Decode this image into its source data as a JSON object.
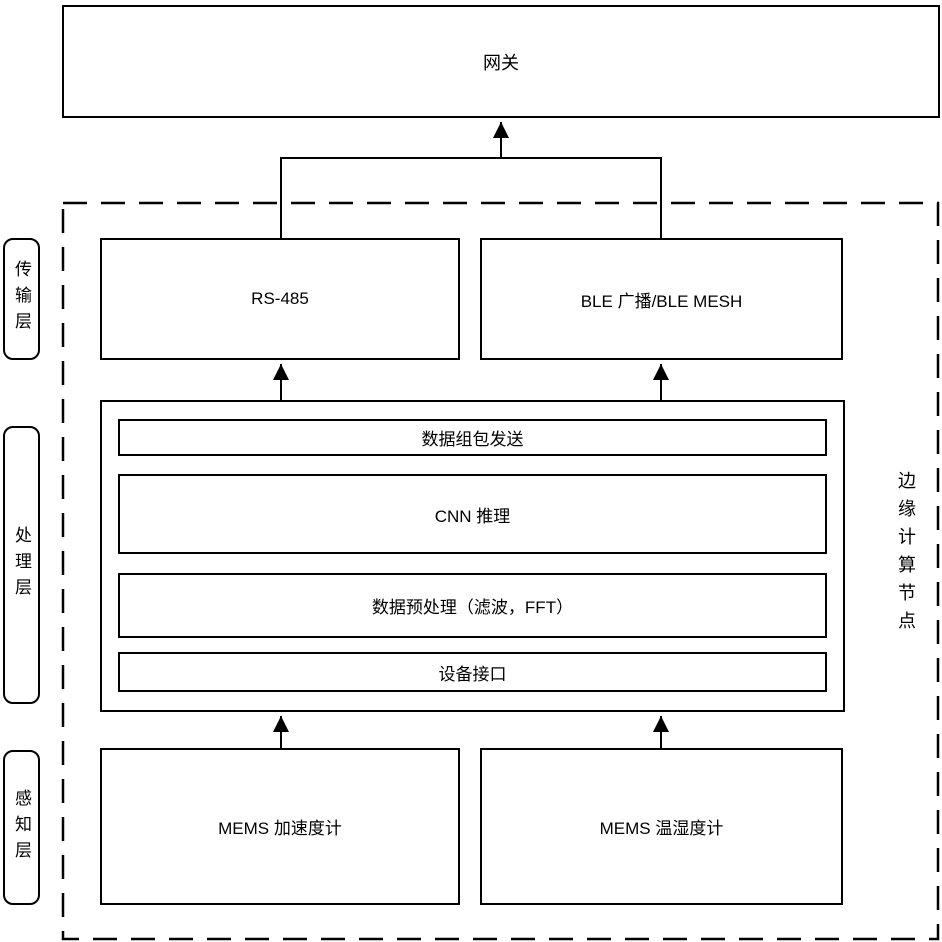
{
  "nodes": {
    "gateway": "网关",
    "rs485": "RS-485",
    "ble": "BLE 广播/BLE MESH",
    "pack_send": "数据组包发送",
    "cnn_inference": "CNN 推理",
    "preprocess": "数据预处理（滤波，FFT）",
    "device_interface": "设备接口",
    "mems_accelerometer": "MEMS 加速度计",
    "mems_hygrothermometer": "MEMS 温湿度计"
  },
  "layers": {
    "transport": "传输层",
    "processing": "处理层",
    "perception": "感知层"
  },
  "boundary": {
    "edge_node": "边缘计算节点"
  },
  "colors": {
    "line": "#000000",
    "background": "#ffffff",
    "text": "#000000"
  }
}
